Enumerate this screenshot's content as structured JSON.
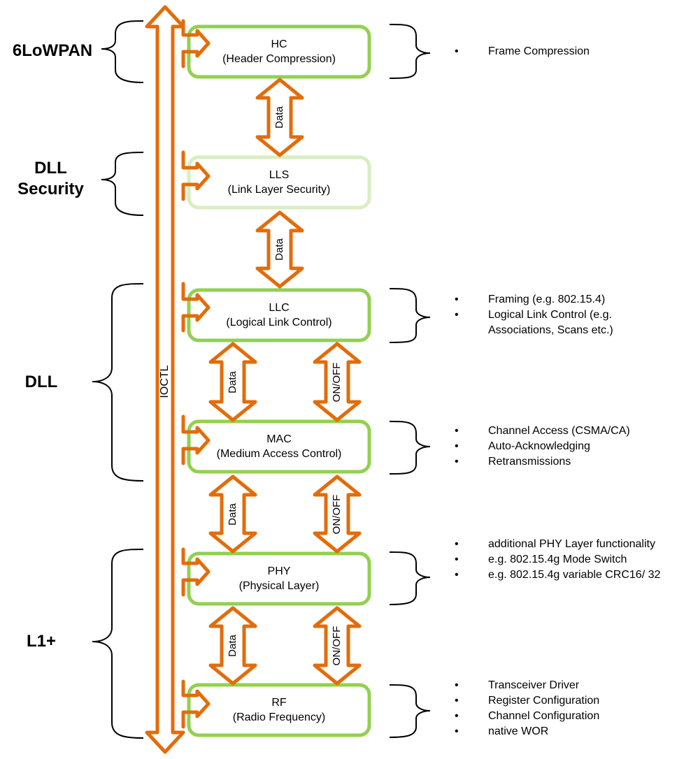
{
  "groups": {
    "lowpan": "6LoWPAN",
    "dll_security_line1": "DLL",
    "dll_security_line2": "Security",
    "dll": "DLL",
    "l1": "L1+"
  },
  "ioctl_label": "IOCTL",
  "layers": {
    "hc": {
      "title": "HC",
      "subtitle": "(Header Compression)"
    },
    "lls": {
      "title": "LLS",
      "subtitle": "(Link Layer Security)"
    },
    "llc": {
      "title": "LLC",
      "subtitle": "(Logical Link Control)"
    },
    "mac": {
      "title": "MAC",
      "subtitle": "(Medium Access Control)"
    },
    "phy": {
      "title": "PHY",
      "subtitle": "(Physical Layer)"
    },
    "rf": {
      "title": "RF",
      "subtitle": "(Radio Frequency)"
    }
  },
  "connector_labels": {
    "data": "Data",
    "onoff": "ON/OFF"
  },
  "descriptions": {
    "hc": [
      "Frame Compression"
    ],
    "llc": [
      "Framing (e.g. 802.15.4)",
      "Logical Link Control (e.g. Associations, Scans etc.)"
    ],
    "mac": [
      "Channel Access (CSMA/CA)",
      "Auto-Acknowledging",
      "Retransmissions"
    ],
    "phy": [
      "additional PHY Layer functionality",
      "e.g. 802.15.4g Mode Switch",
      "e.g. 802.15.4g variable CRC16/ 32"
    ],
    "rf": [
      "Transceiver Driver",
      "Register Configuration",
      "Channel Configuration",
      "native WOR"
    ]
  },
  "colors": {
    "orange": "#E36C0A",
    "green": "#92D050",
    "green_light": "#D8EEC0",
    "black": "#000000"
  }
}
